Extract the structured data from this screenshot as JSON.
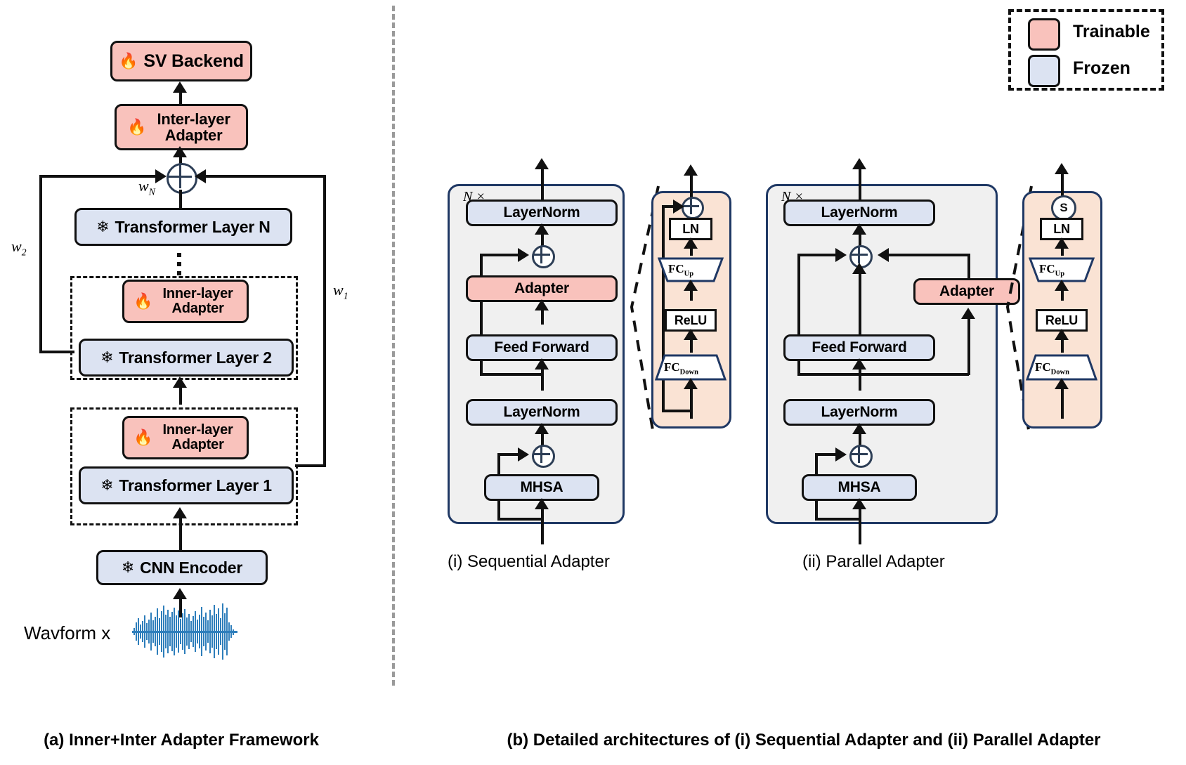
{
  "figure": {
    "panel_a_caption": "(a) Inner+Inter Adapter Framework",
    "panel_b_caption": "(b) Detailed architectures of (i) Sequential Adapter and (ii) Parallel Adapter"
  },
  "legend": {
    "items": [
      {
        "label": "Trainable",
        "color": "#f9c2bc"
      },
      {
        "label": "Frozen",
        "color": "#dce3f2"
      }
    ]
  },
  "panel_a": {
    "nodes": {
      "sv_backend": "SV Backend",
      "inter_adapter": "Inter-layer Adapter",
      "transformer_n": "Transformer Layer N",
      "inner_adapter_2": "Inner-layer Adapter",
      "transformer_2": "Transformer Layer 2",
      "inner_adapter_1": "Inner-layer Adapter",
      "transformer_1": "Transformer Layer 1",
      "cnn_encoder": "CNN Encoder",
      "waveform": "Wavform x"
    },
    "weights": {
      "wN": "w",
      "wN_sub": "N",
      "w2": "w",
      "w2_sub": "2",
      "w1": "w",
      "w1_sub": "1"
    },
    "icons": {
      "trainable": "fire-icon",
      "frozen": "snowflake-icon"
    }
  },
  "panel_b": {
    "sequential": {
      "title": "(i) Sequential Adapter",
      "repeat": "N ×",
      "blocks": [
        "LayerNorm",
        "Adapter",
        "Feed Forward",
        "LayerNorm",
        "MHSA"
      ],
      "detail": {
        "top_node": "plus",
        "ln": "LN",
        "fc_up": "FC",
        "fc_up_sub": "Up",
        "relu": "ReLU",
        "fc_down": "FC",
        "fc_down_sub": "Down"
      }
    },
    "parallel": {
      "title": "(ii) Parallel Adapter",
      "repeat": "N ×",
      "blocks": [
        "LayerNorm",
        "Adapter",
        "Feed Forward",
        "LayerNorm",
        "MHSA"
      ],
      "detail": {
        "top_node": "S",
        "ln": "LN",
        "fc_up": "FC",
        "fc_up_sub": "Up",
        "relu": "ReLU",
        "fc_down": "FC",
        "fc_down_sub": "Down"
      }
    }
  },
  "colors": {
    "trainable": "#f9c2bc",
    "frozen": "#dce3f2",
    "detail_bg": "#fae3d4",
    "block_bg": "#f0f0f0",
    "stroke": "#1f3864",
    "waveform": "#2e7ebb"
  }
}
